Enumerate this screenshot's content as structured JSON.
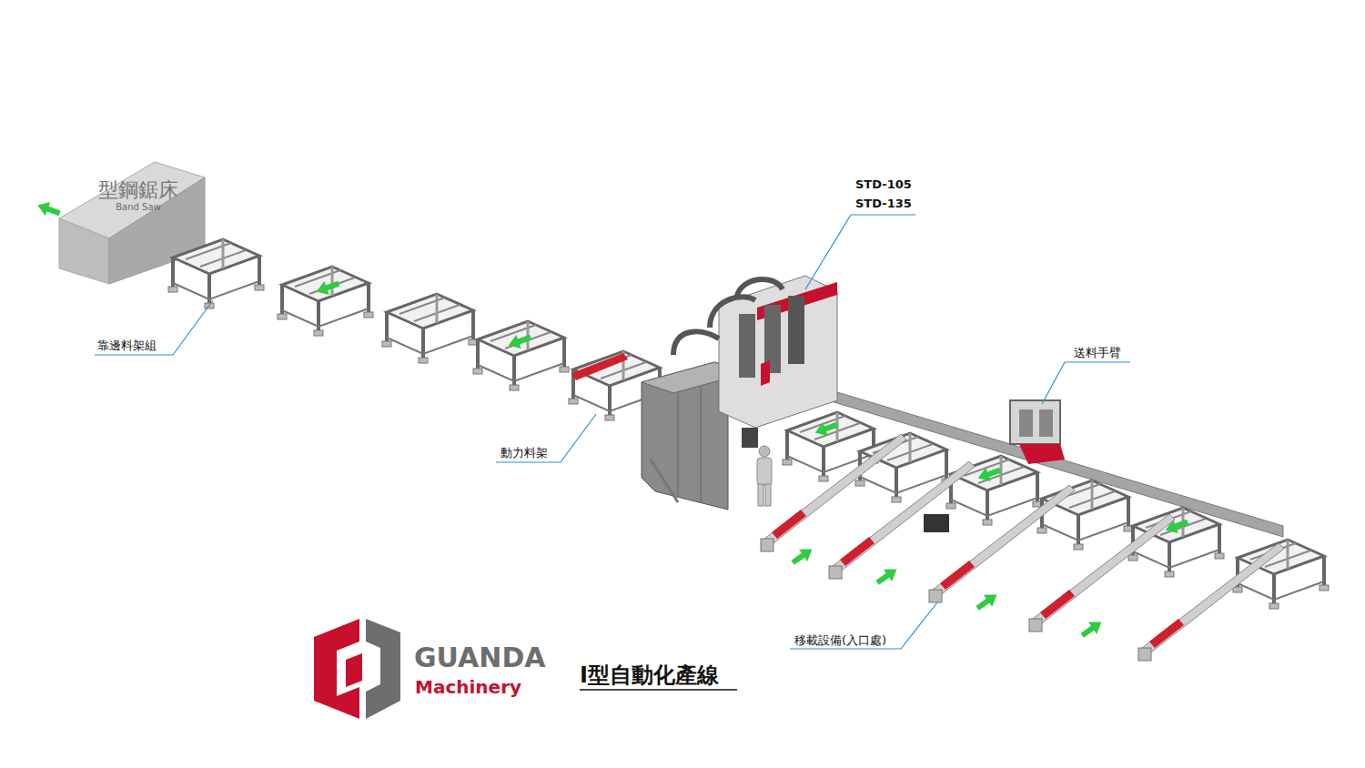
{
  "diagram": {
    "title": "I型自動化產線",
    "nodes": [
      {
        "text": [
          "型鋼鋸床",
          "Band Saw"
        ]
      }
    ],
    "labels": [
      "靠邊料架組",
      "動力料架",
      "STD-105",
      "STD-135",
      "送料手臂",
      "移載設備(入口處)",
      "GUANDA",
      "Machinery"
    ]
  }
}
